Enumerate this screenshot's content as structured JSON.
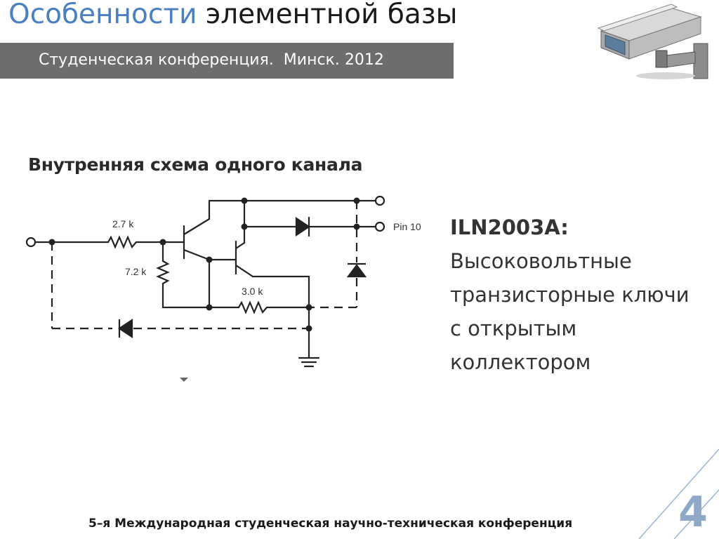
{
  "slide": {
    "title_accent": "Особенности",
    "title_rest": " элементной базы",
    "subtitle": "Студенческая конференция.  Минск. 2012",
    "schematic_heading": "Внутренняя схема одного канала",
    "schematic_labels": {
      "r1": "2.7 k",
      "r2": "7.2 k",
      "r3": "3.0 k",
      "pin": "Pin 10"
    },
    "part_name": "ILN2003A:",
    "description_lines": [
      "Высоковольтные",
      "транзисторные ключи",
      "с открытым",
      "коллектором"
    ],
    "footer": "5–я Международная студенческая научно-техническая конференция",
    "page_number": "4",
    "colors": {
      "accent": "#4a7fc1",
      "subtitle_bar": "#6d6d6d",
      "page_number": "#8fa8c8"
    },
    "icons": [
      "security-camera-icon"
    ]
  }
}
